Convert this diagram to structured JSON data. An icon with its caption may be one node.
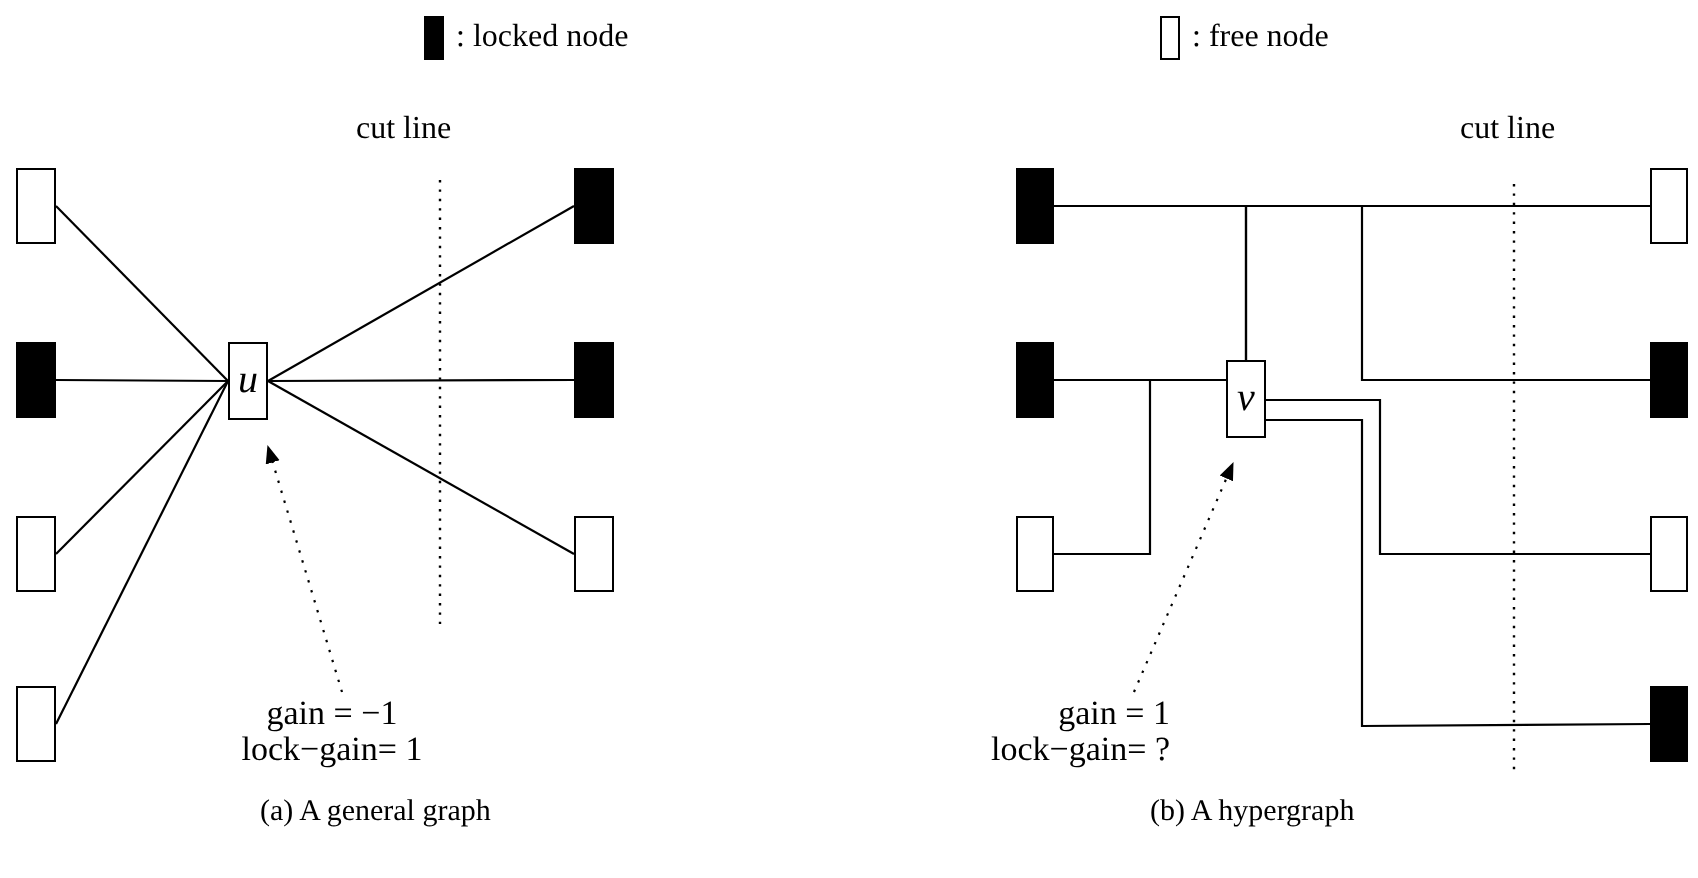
{
  "diagram": {
    "nodes": [
      {
        "text": [],
        "shape": "box"
      },
      {
        "text": [],
        "shape": "bar"
      },
      {
        "text": [],
        "shape": "box"
      },
      {
        "text": [],
        "shape": "box"
      },
      {
        "text": [
          "u"
        ]
      },
      {
        "text": [],
        "shape": "bar"
      },
      {
        "text": [],
        "shape": "bar"
      },
      {
        "text": [],
        "shape": "box"
      },
      {
        "text": [
          "gain = −1",
          "lock−gain= 1"
        ]
      },
      {
        "text": [],
        "shape": "bar"
      },
      {
        "text": [],
        "shape": "bar"
      },
      {
        "text": [],
        "shape": "box"
      },
      {
        "text": [
          "v"
        ]
      },
      {
        "text": [],
        "shape": "box"
      },
      {
        "text": [],
        "shape": "bar"
      },
      {
        "text": [],
        "shape": "box"
      },
      {
        "text": [],
        "shape": "bar"
      },
      {
        "text": [
          "gain = 1",
          "lock−gain= ?"
        ]
      }
    ],
    "edges": [
      {
        "from": 0,
        "to": 4,
        "arrow": "none"
      },
      {
        "from": 1,
        "to": 4,
        "arrow": "none"
      },
      {
        "from": 2,
        "to": 4,
        "arrow": "none"
      },
      {
        "from": 3,
        "to": 4,
        "arrow": "none"
      },
      {
        "from": 5,
        "to": 4,
        "arrow": "none"
      },
      {
        "from": 6,
        "to": 4,
        "arrow": "none"
      },
      {
        "from": 7,
        "to": 4,
        "arrow": "none"
      },
      {
        "from": 8,
        "to": 4,
        "arrow": "to",
        "style": "dashed"
      },
      {
        "from": 9,
        "to": 13,
        "arrow": "none"
      },
      {
        "from": 12,
        "to": 9,
        "arrow": "none"
      },
      {
        "from": 12,
        "to": 14,
        "arrow": "none"
      },
      {
        "from": 10,
        "to": 12,
        "arrow": "none"
      },
      {
        "from": 11,
        "to": 12,
        "arrow": "none"
      },
      {
        "from": 12,
        "to": 15,
        "arrow": "none"
      },
      {
        "from": 12,
        "to": 16,
        "arrow": "none"
      },
      {
        "from": 17,
        "to": 12,
        "arrow": "to",
        "style": "dashed"
      }
    ],
    "labels": [
      "cut line",
      "cut line",
      "(a) A general graph",
      "(b) A hypergraph"
    ],
    "legend": [
      {
        "text": ": locked node",
        "color": "#000000"
      },
      {
        "text": ": free node",
        "color": "#ffffff"
      }
    ]
  }
}
